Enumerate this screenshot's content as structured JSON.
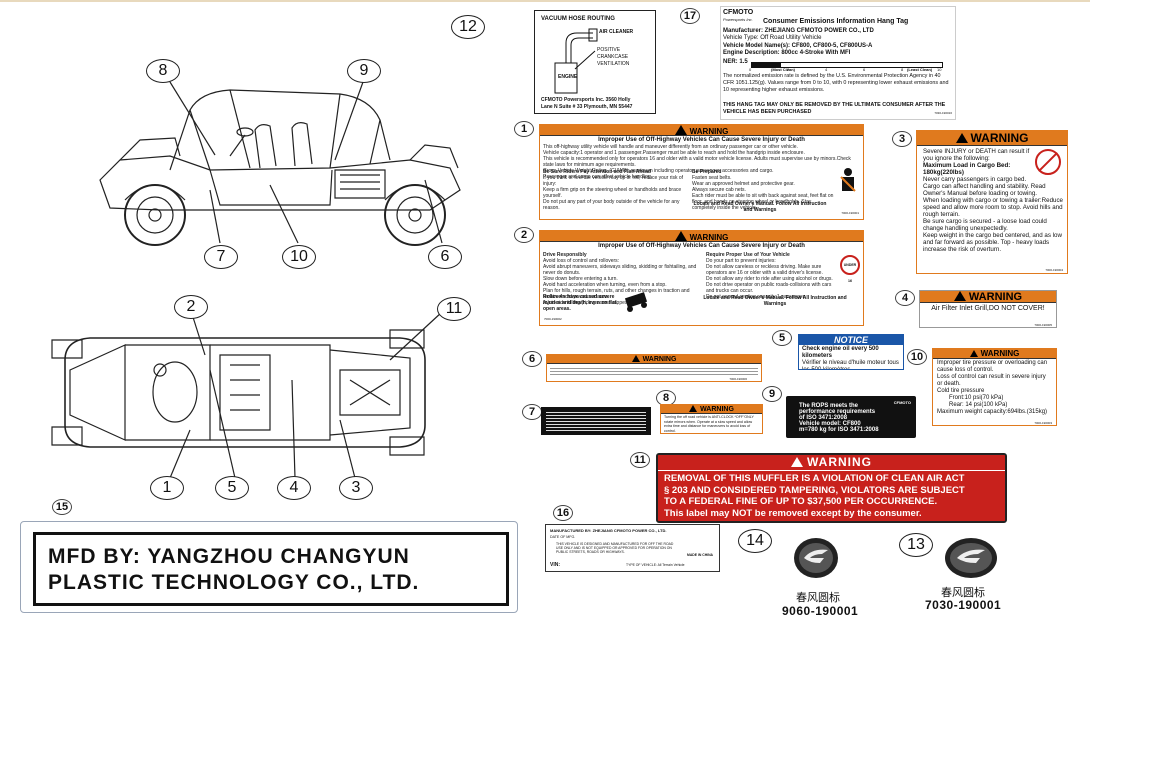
{
  "callouts": {
    "c12": "12",
    "c17": "17",
    "c8": "8",
    "c9": "9",
    "c7": "7",
    "c10": "10",
    "c6": "6",
    "c2": "2",
    "c11": "11",
    "c1": "1",
    "c5": "5",
    "c4": "4",
    "c3": "3",
    "c15": "15",
    "c16": "16",
    "c14": "14",
    "c13": "13"
  },
  "label_numbers": {
    "n1": "1",
    "n2": "2",
    "n3": "3",
    "n4": "4",
    "n5": "5",
    "n6": "6",
    "n7": "7",
    "n8": "8",
    "n9": "9",
    "n10": "10",
    "n11": "11"
  },
  "vacuum": {
    "title": "VACUUM HOSE ROUTING",
    "air_cleaner": "AIR CLEANER",
    "pcv": "POSITIVE CRANKCASE VENTILATION",
    "engine": "ENGINE",
    "footer1": "CFMOTO Powersports Inc. 3560 Holly",
    "footer2": "Lane N Suite # 33 Plymouth, MN 55447"
  },
  "emissions": {
    "brand": "CFMOTO",
    "brand_sub": "Powersports Inc.",
    "title": "Consumer Emissions Information Hang Tag",
    "manufacturer": "Manufacturer: ZHEJIANG CFMOTO POWER CO., LTD",
    "vehicle_type": "Vehicle Type: Off Road Utility Vehicle",
    "model_name": "Vehicle Model Name(s): CF800, CF800-5, CF800US-A",
    "engine_desc": "Engine Description: 800cc 4-Stroke With MFI",
    "ner": "NER: 1.5",
    "scale": [
      "0",
      "2",
      "4",
      "6",
      "8",
      "10"
    ],
    "scale_left": "(Most Clean)",
    "scale_right": "(Least Clean)",
    "text": "The normalized emission rate is defined by the U.S. Environmental Protection Agency in 40 CFR 1051.125(g). Values range from 0 to 10, with 0 representing lower exhaust emissions and 10 representing higher exhaust emissions.",
    "removal": "THIS HANG TAG MAY ONLY BE REMOVED BY THE ULTIMATE CONSUMER AFTER THE VEHICLE HAS BEEN PURCHASED",
    "part": "7030-190016"
  },
  "label1": {
    "header": "WARNING",
    "title": "Improper Use of Off-Highway Vehicles Can Cause Severe Injury or Death",
    "intro": "This off-highway utility vehicle will handle and maneuver differently from an ordinary passenger car or other vehicle.",
    "bullets": [
      "Vehicle capacity:1 operator and 1 passenger.Passenger must be able to reach and hold the handgrip inside enclosure.",
      "This vehicle is recommended only for operators 16 and older with a valid motor vehicle license. Adults must supervise use by minors.Check state laws for minimum age requirements.",
      "Gross Vehicle Weight Rating, (GVWR): maximum including operator, passenger, accessories and cargo.",
      "Passenger and cargo can affect vehicle handling."
    ],
    "h_left": "Be Sure Riders Pay Attention and Plan Ahead",
    "left": [
      "If you think or feel the vehicle may tip or roll, reduce your risk of injury:",
      "Keep a firm grip on the steering wheel or handholds and brace yourself.",
      "Do not put any part of your body outside of the vehicle for any reason."
    ],
    "h_right": "Be Prepared",
    "right": [
      "Fasten seat belts.",
      "Wear an approved helmet and protective gear.",
      "Always secure cab nets.",
      "Each rider must be able to sit with back against seat, feet flat on floor, and hands on steering wheel or handholds. Stay completely inside the vehicle."
    ],
    "locate": "Locate and Read Owner's Manual. Follow All Instruction and Warnings",
    "part": "7000-190001"
  },
  "label2": {
    "header": "WARNING",
    "title": "Improper Use of Off-Highway Vehicles Can Cause Severe Injury or Death",
    "h_left": "Drive Responsibly",
    "left": [
      "Avoid loss of control and rollovers:",
      "Avoid abrupt maneuvers, sideways sliding, skidding or fishtailing, and never do donuts.",
      "Slow down before entering a turn.",
      "Avoid hard acceleration when turning, even from a stop.",
      "Plan for hills, rough terrain, ruts, and other changes in traction and terrain. Avoid paved surfaces.",
      "Avoid side hilling (riding across slopes)."
    ],
    "rollovers": "Rollovers have caused severe injuries and death, even on flat, open areas.",
    "h_right": "Require Proper Use of Your Vehicle",
    "right": [
      "Do your part to prevent injuries:",
      "Do not allow careless or reckless driving. Make sure operators are 16 or older with a valid driver's license.",
      "Do not allow any rider to ride after using alcohol or drugs.",
      "Do not drive operator on public roads-collisions with cars and trucks can occur.",
      "Do not exceed seating capacity:1 passenger."
    ],
    "under16": "UNDER 16",
    "locate": "Locate and Read Owner's Manual. Follow All Instruction and Warnings",
    "part": "7000-190002"
  },
  "label3": {
    "header": "WARNING",
    "lines": [
      "Severe INJURY or DEATH can result if you ignore the following:",
      "Maximum Load in Cargo Bed: 180kg(220lbs)",
      "Never carry passengers in cargo bed.",
      "Cargo can affect handling and stability. Read Owner's Manual before loading or towing.",
      "When loading with cargo or towing a trailer:Reduce speed and allow more room to stop. Avoid hills and rough terrain.",
      "Be sure cargo is secured - a loose load could change handling unexpectedly.",
      "Keep weight in the cargo bed centered, and as low and far forward as possible. Top - heavy loads increase the risk of overturn."
    ],
    "part": "7000-190004"
  },
  "label4": {
    "header": "WARNING",
    "text": "Air Filter Inlet Grill,DO NOT COVER!",
    "part": "7000-190005"
  },
  "label5": {
    "header": "NOTICE",
    "text1": "Check engine oil every 500 kilometers",
    "text2": "Vérifier le niveau d'huile moteur tous les 500 kilomètres"
  },
  "label6": {
    "header": "WARNING",
    "part": "7000-190006"
  },
  "label8": {
    "header": "WARNING",
    "text": "Turning the off road vehicle is ANTI-CLOCK *OFF\"ONLY rotate mirrors when. Operate at a slow speed and allow extra time and distance for maneuvers to avoid loss of control."
  },
  "label9": {
    "line1": "The ROPS meets the",
    "line2": "performance requirements",
    "line3": "of ISO 3471:2008",
    "model": "Vehicle model: CF800",
    "mass": "m=780 kg for ISO 3471:2008",
    "brand": "CFMOTO"
  },
  "label10": {
    "header": "WARNING",
    "lines": [
      "Improper tire pressure or overloading can cause loss of control.",
      "Loss of control can result in severe injury or death.",
      "Cold tire pressure",
      "Front:10 psi(70 kPa)",
      "Rear: 14 psi(100 kPa)",
      "Maximum weight capacity:694lbs.(315kg)"
    ],
    "part": "7000-190003"
  },
  "label11": {
    "header": "WARNING",
    "l1": "REMOVAL OF THIS MUFFLER IS A VIOLATION OF CLEAN AIR ACT",
    "l2": "§ 203 AND CONSIDERED TAMPERING, VIOLATORS ARE SUBJECT",
    "l3": "TO A FEDERAL FINE OF UP TO $37,500 PER OCCURRENCE.",
    "l4": "This label may NOT be removed except by the consumer."
  },
  "label15": {
    "line1": "MFD BY: YANGZHOU CHANGYUN",
    "line2": "PLASTIC TECHNOLOGY CO., LTD."
  },
  "label16": {
    "manufactured": "MANUFACTURED BY: ZHEJIANG CFMOTO POWER CO., LTD.",
    "date": "DATE OF MFG.",
    "notice": "THIS VEHICLE IS DESIGNED AND MANUFACTURED FOR OFF THE ROAD USE ONLY AND IS NOT EQUIPPED OR APPROVED FOR OPERATION ON PUBLIC STREETS, ROADS OR HIGHWAYS.",
    "made": "MADE IN CHINA",
    "vin": "VIN:",
    "type": "TYPE OF VEHICLE: All Terrain Vehicle"
  },
  "emblem14": {
    "cn": "春风圆标",
    "part": "9060-190001"
  },
  "emblem13": {
    "cn": "春风圆标",
    "part": "7030-190001"
  },
  "colors": {
    "warning_orange": "#e07a1e",
    "warning_red": "#c8211c",
    "notice_blue": "#1a56a8",
    "plate_black": "#111111"
  }
}
